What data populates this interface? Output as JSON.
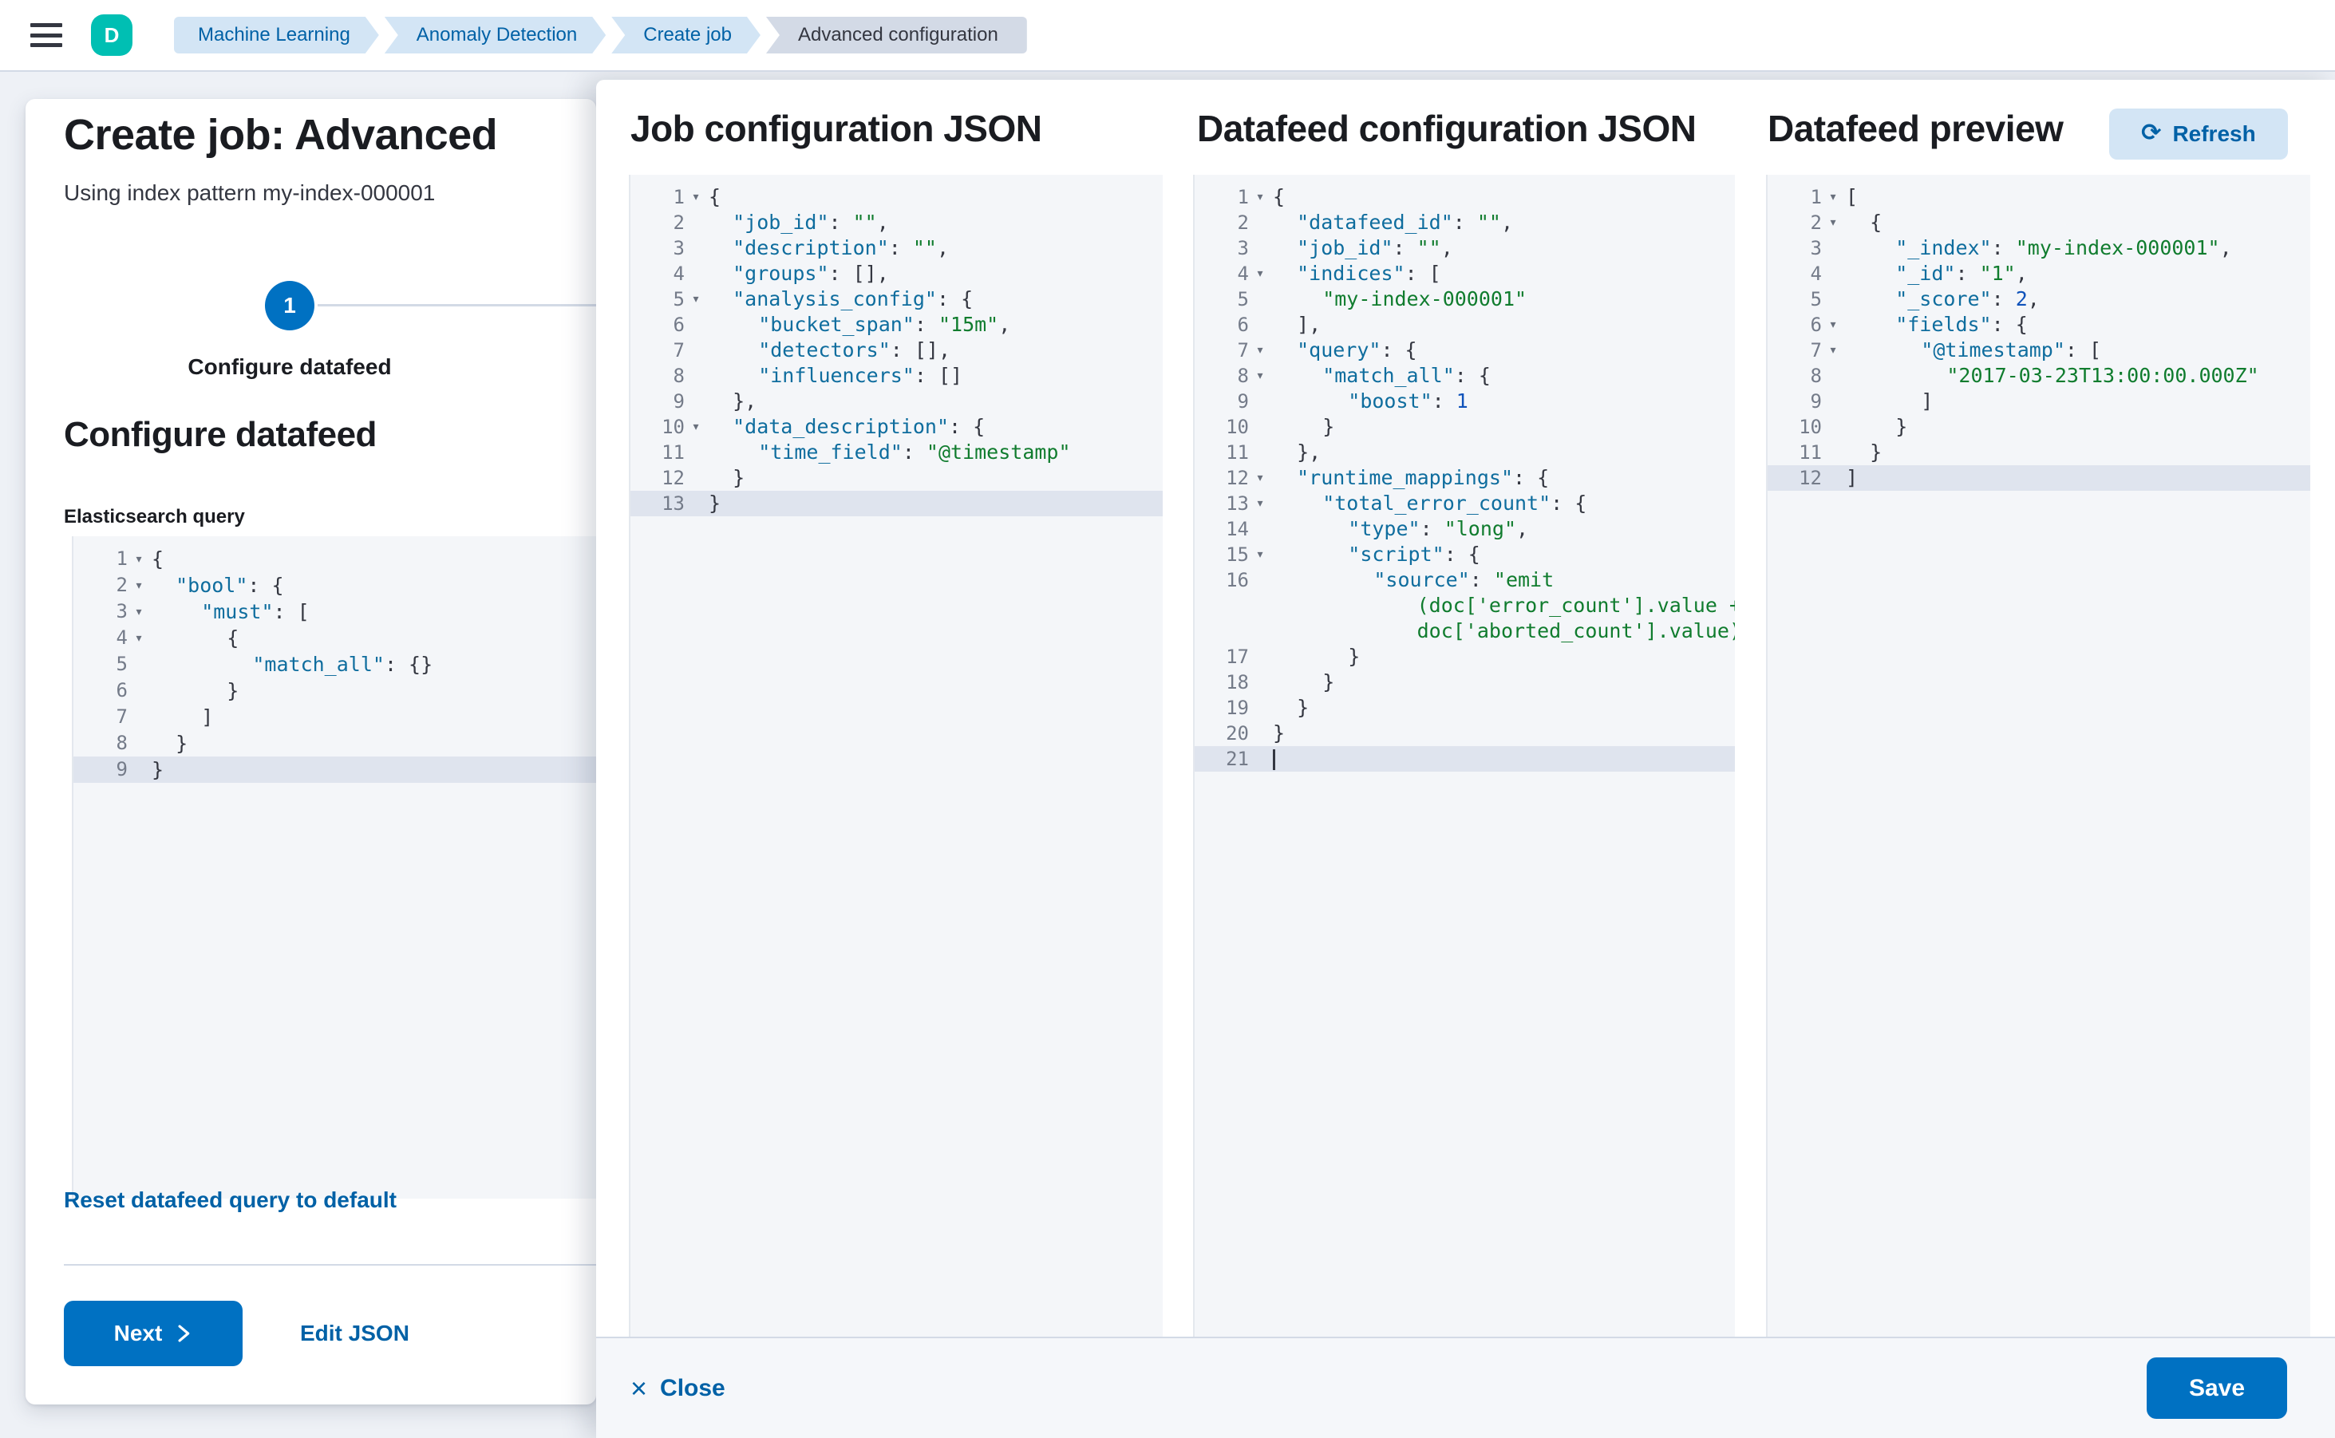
{
  "topbar": {
    "avatar_initial": "D",
    "breadcrumbs": [
      {
        "label": "Machine Learning",
        "variant": "link"
      },
      {
        "label": "Anomaly Detection",
        "variant": "link"
      },
      {
        "label": "Create job",
        "variant": "link"
      },
      {
        "label": "Advanced configuration",
        "variant": "current"
      }
    ]
  },
  "wizard": {
    "title": "Create job: Advanced",
    "subtitle": "Using index pattern my-index-000001",
    "step_number": "1",
    "step_label": "Configure datafeed",
    "section_heading": "Configure datafeed",
    "query_label": "Elasticsearch query",
    "reset_link": "Reset datafeed query to default",
    "next_label": "Next",
    "edit_json_label": "Edit JSON"
  },
  "panels": [
    {
      "title": "Job configuration JSON"
    },
    {
      "title": "Datafeed configuration JSON"
    },
    {
      "title": "Datafeed preview",
      "refresh_label": "Refresh"
    }
  ],
  "footer": {
    "close_label": "Close",
    "save_label": "Save"
  },
  "colors": {
    "accent": "#0071c2",
    "link": "#0061a6",
    "avatar_bg": "#00bfb3",
    "breadcrumb_bg": "#d3e5f5",
    "breadcrumb_current_bg": "#d3dae6",
    "editor_bg": "#f4f6f9",
    "active_line_bg": "#dfe4ee",
    "token_key": "#0f6d9e",
    "token_string": "#107c2e",
    "token_number": "#0f52ba"
  },
  "editors": [
    {
      "id": "query",
      "lines": [
        {
          "n": 1,
          "f": 1,
          "ind": 0,
          "t": [
            [
              "p",
              "{"
            ]
          ]
        },
        {
          "n": 2,
          "f": 1,
          "ind": 1,
          "t": [
            [
              "k",
              "\"bool\""
            ],
            [
              "p",
              ": {"
            ]
          ]
        },
        {
          "n": 3,
          "f": 1,
          "ind": 2,
          "t": [
            [
              "k",
              "\"must\""
            ],
            [
              "p",
              ": ["
            ]
          ]
        },
        {
          "n": 4,
          "f": 1,
          "ind": 3,
          "t": [
            [
              "p",
              "{"
            ]
          ]
        },
        {
          "n": 5,
          "ind": 4,
          "t": [
            [
              "k",
              "\"match_all\""
            ],
            [
              "p",
              ": {}"
            ]
          ]
        },
        {
          "n": 6,
          "ind": 3,
          "t": [
            [
              "p",
              "}"
            ]
          ]
        },
        {
          "n": 7,
          "ind": 2,
          "t": [
            [
              "p",
              "]"
            ]
          ]
        },
        {
          "n": 8,
          "ind": 1,
          "t": [
            [
              "p",
              "}"
            ]
          ]
        },
        {
          "n": 9,
          "hl": 1,
          "ind": 0,
          "t": [
            [
              "p",
              "}"
            ]
          ]
        }
      ]
    },
    {
      "id": "job",
      "lines": [
        {
          "n": 1,
          "f": 1,
          "ind": 0,
          "t": [
            [
              "p",
              "{"
            ]
          ]
        },
        {
          "n": 2,
          "ind": 1,
          "t": [
            [
              "k",
              "\"job_id\""
            ],
            [
              "p",
              ": "
            ],
            [
              "s",
              "\"\""
            ],
            [
              "p",
              ","
            ]
          ]
        },
        {
          "n": 3,
          "ind": 1,
          "t": [
            [
              "k",
              "\"description\""
            ],
            [
              "p",
              ": "
            ],
            [
              "s",
              "\"\""
            ],
            [
              "p",
              ","
            ]
          ]
        },
        {
          "n": 4,
          "ind": 1,
          "t": [
            [
              "k",
              "\"groups\""
            ],
            [
              "p",
              ": [],"
            ]
          ]
        },
        {
          "n": 5,
          "f": 1,
          "ind": 1,
          "t": [
            [
              "k",
              "\"analysis_config\""
            ],
            [
              "p",
              ": {"
            ]
          ]
        },
        {
          "n": 6,
          "ind": 2,
          "t": [
            [
              "k",
              "\"bucket_span\""
            ],
            [
              "p",
              ": "
            ],
            [
              "s",
              "\"15m\""
            ],
            [
              "p",
              ","
            ]
          ]
        },
        {
          "n": 7,
          "ind": 2,
          "t": [
            [
              "k",
              "\"detectors\""
            ],
            [
              "p",
              ": [],"
            ]
          ]
        },
        {
          "n": 8,
          "ind": 2,
          "t": [
            [
              "k",
              "\"influencers\""
            ],
            [
              "p",
              ": []"
            ]
          ]
        },
        {
          "n": 9,
          "ind": 1,
          "t": [
            [
              "p",
              "},"
            ]
          ]
        },
        {
          "n": 10,
          "f": 1,
          "ind": 1,
          "t": [
            [
              "k",
              "\"data_description\""
            ],
            [
              "p",
              ": {"
            ]
          ]
        },
        {
          "n": 11,
          "ind": 2,
          "t": [
            [
              "k",
              "\"time_field\""
            ],
            [
              "p",
              ": "
            ],
            [
              "s",
              "\"@timestamp\""
            ]
          ]
        },
        {
          "n": 12,
          "ind": 1,
          "t": [
            [
              "p",
              "}"
            ]
          ]
        },
        {
          "n": 13,
          "hl": 1,
          "ind": 0,
          "t": [
            [
              "p",
              "}"
            ]
          ]
        }
      ]
    },
    {
      "id": "datafeed",
      "lines": [
        {
          "n": 1,
          "f": 1,
          "ind": 0,
          "t": [
            [
              "p",
              "{"
            ]
          ]
        },
        {
          "n": 2,
          "ind": 1,
          "t": [
            [
              "k",
              "\"datafeed_id\""
            ],
            [
              "p",
              ": "
            ],
            [
              "s",
              "\"\""
            ],
            [
              "p",
              ","
            ]
          ]
        },
        {
          "n": 3,
          "ind": 1,
          "t": [
            [
              "k",
              "\"job_id\""
            ],
            [
              "p",
              ": "
            ],
            [
              "s",
              "\"\""
            ],
            [
              "p",
              ","
            ]
          ]
        },
        {
          "n": 4,
          "f": 1,
          "ind": 1,
          "t": [
            [
              "k",
              "\"indices\""
            ],
            [
              "p",
              ": ["
            ]
          ]
        },
        {
          "n": 5,
          "ind": 2,
          "t": [
            [
              "s",
              "\"my-index-000001\""
            ]
          ]
        },
        {
          "n": 6,
          "ind": 1,
          "t": [
            [
              "p",
              "],"
            ]
          ]
        },
        {
          "n": 7,
          "f": 1,
          "ind": 1,
          "t": [
            [
              "k",
              "\"query\""
            ],
            [
              "p",
              ": {"
            ]
          ]
        },
        {
          "n": 8,
          "f": 1,
          "ind": 2,
          "t": [
            [
              "k",
              "\"match_all\""
            ],
            [
              "p",
              ": {"
            ]
          ]
        },
        {
          "n": 9,
          "ind": 3,
          "t": [
            [
              "k",
              "\"boost\""
            ],
            [
              "p",
              ": "
            ],
            [
              "n",
              "1"
            ]
          ]
        },
        {
          "n": 10,
          "ind": 2,
          "t": [
            [
              "p",
              "}"
            ]
          ]
        },
        {
          "n": 11,
          "ind": 1,
          "t": [
            [
              "p",
              "},"
            ]
          ]
        },
        {
          "n": 12,
          "f": 1,
          "ind": 1,
          "t": [
            [
              "k",
              "\"runtime_mappings\""
            ],
            [
              "p",
              ": {"
            ]
          ]
        },
        {
          "n": 13,
          "f": 1,
          "ind": 2,
          "t": [
            [
              "k",
              "\"total_error_count\""
            ],
            [
              "p",
              ": {"
            ]
          ]
        },
        {
          "n": 14,
          "ind": 3,
          "t": [
            [
              "k",
              "\"type\""
            ],
            [
              "p",
              ": "
            ],
            [
              "s",
              "\"long\""
            ],
            [
              "p",
              ","
            ]
          ]
        },
        {
          "n": 15,
          "f": 1,
          "ind": 3,
          "t": [
            [
              "k",
              "\"script\""
            ],
            [
              "p",
              ": {"
            ]
          ]
        },
        {
          "n": 16,
          "ind": 4,
          "t": [
            [
              "k",
              "\"source\""
            ],
            [
              "p",
              ": "
            ],
            [
              "s",
              "\"emit"
            ]
          ]
        },
        {
          "n": "",
          "ind": 0,
          "t": [
            [
              "s",
              "            (doc['error_count'].value +"
            ]
          ]
        },
        {
          "n": "",
          "ind": 0,
          "t": [
            [
              "s",
              "            doc['aborted_count'].value)\""
            ]
          ]
        },
        {
          "n": 17,
          "ind": 3,
          "t": [
            [
              "p",
              "}"
            ]
          ]
        },
        {
          "n": 18,
          "ind": 2,
          "t": [
            [
              "p",
              "}"
            ]
          ]
        },
        {
          "n": 19,
          "ind": 1,
          "t": [
            [
              "p",
              "}"
            ]
          ]
        },
        {
          "n": 20,
          "ind": 0,
          "t": [
            [
              "p",
              "}"
            ]
          ]
        },
        {
          "n": 21,
          "hl": 1,
          "ind": 0,
          "caret": 1,
          "t": []
        }
      ]
    },
    {
      "id": "preview",
      "lines": [
        {
          "n": 1,
          "f": 1,
          "ind": 0,
          "t": [
            [
              "p",
              "["
            ]
          ]
        },
        {
          "n": 2,
          "f": 1,
          "ind": 1,
          "t": [
            [
              "p",
              "{"
            ]
          ]
        },
        {
          "n": 3,
          "ind": 2,
          "t": [
            [
              "k",
              "\"_index\""
            ],
            [
              "p",
              ": "
            ],
            [
              "s",
              "\"my-index-000001\""
            ],
            [
              "p",
              ","
            ]
          ]
        },
        {
          "n": 4,
          "ind": 2,
          "t": [
            [
              "k",
              "\"_id\""
            ],
            [
              "p",
              ": "
            ],
            [
              "s",
              "\"1\""
            ],
            [
              "p",
              ","
            ]
          ]
        },
        {
          "n": 5,
          "ind": 2,
          "t": [
            [
              "k",
              "\"_score\""
            ],
            [
              "p",
              ": "
            ],
            [
              "n",
              "2"
            ],
            [
              "p",
              ","
            ]
          ]
        },
        {
          "n": 6,
          "f": 1,
          "ind": 2,
          "t": [
            [
              "k",
              "\"fields\""
            ],
            [
              "p",
              ": {"
            ]
          ]
        },
        {
          "n": 7,
          "f": 1,
          "ind": 3,
          "t": [
            [
              "k",
              "\"@timestamp\""
            ],
            [
              "p",
              ": ["
            ]
          ]
        },
        {
          "n": 8,
          "ind": 4,
          "t": [
            [
              "s",
              "\"2017-03-23T13:00:00.000Z\""
            ]
          ]
        },
        {
          "n": 9,
          "ind": 3,
          "t": [
            [
              "p",
              "]"
            ]
          ]
        },
        {
          "n": 10,
          "ind": 2,
          "t": [
            [
              "p",
              "}"
            ]
          ]
        },
        {
          "n": 11,
          "ind": 1,
          "t": [
            [
              "p",
              "}"
            ]
          ]
        },
        {
          "n": 12,
          "hl": 1,
          "ind": 0,
          "t": [
            [
              "p",
              "]"
            ]
          ]
        }
      ]
    }
  ]
}
